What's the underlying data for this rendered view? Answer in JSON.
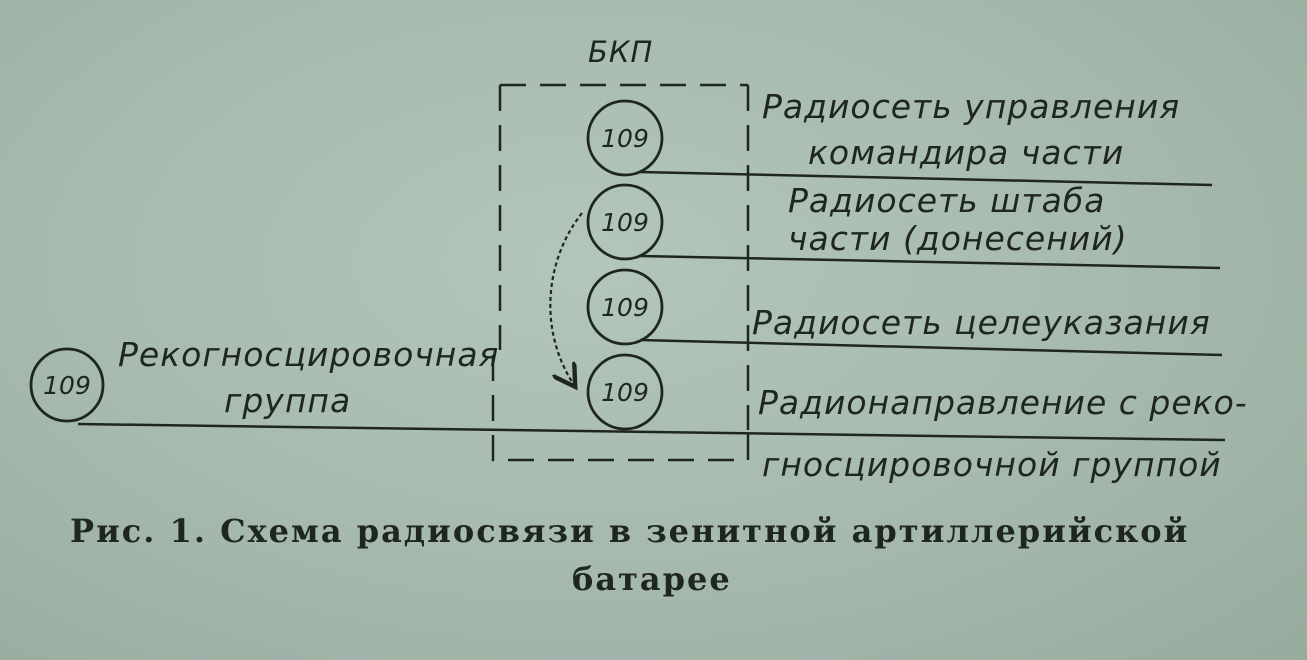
{
  "diagram": {
    "command_post_label": "БКП",
    "node_label": "109",
    "nets": [
      {
        "line1": "Радиосеть управления",
        "line2": "командира части"
      },
      {
        "line1": "Радиосеть штаба",
        "line2": "части (донесений)"
      },
      {
        "line1": "Радиосеть целеуказания"
      },
      {
        "line1": "Радионаправление с реко-",
        "line2": "гносцировочной группой"
      }
    ],
    "recon_group": {
      "line1": "Рекогносцировочная",
      "line2": "группа"
    }
  },
  "caption": {
    "line1": "Рис. 1. Схема радиосвязи в зенитной артиллерийской",
    "line2": "батарее"
  },
  "colors": {
    "ink": "#1f2622",
    "paper": "#a7bbb0"
  }
}
